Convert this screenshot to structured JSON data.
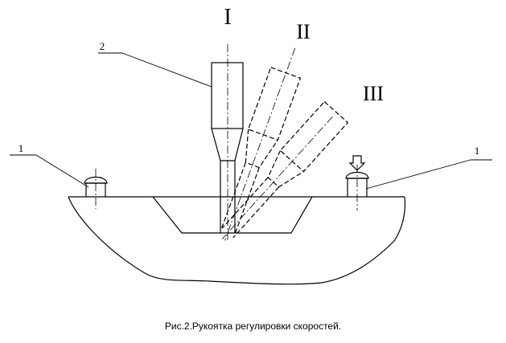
{
  "diagram": {
    "positions": {
      "pos_1": "I",
      "pos_2": "II",
      "pos_3": "III"
    },
    "callouts": {
      "handle": "2",
      "stop_left": "1",
      "stop_right": "1"
    },
    "caption": "Рис.2.Рукоятка регулировки скоростей."
  }
}
